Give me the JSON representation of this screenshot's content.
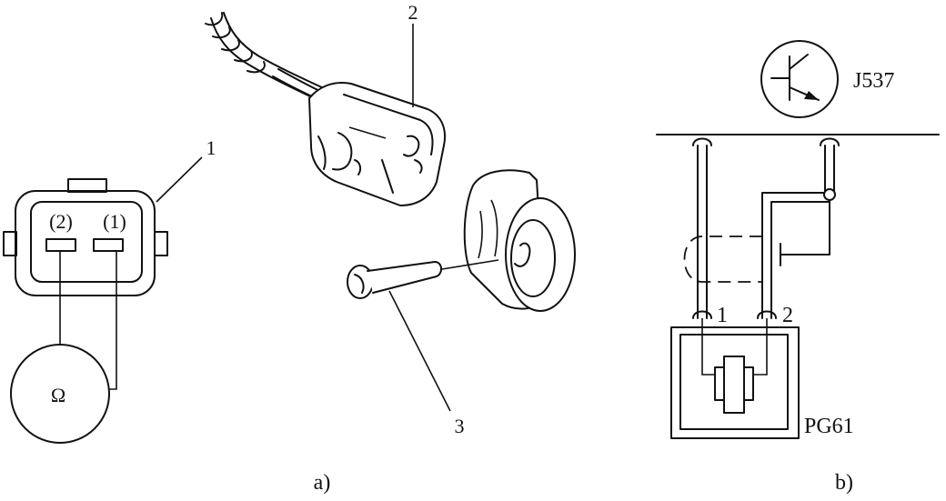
{
  "left_figure": {
    "connector_pin_left": "(2)",
    "connector_pin_right": "(1)",
    "meter_symbol": "Ω",
    "callout_1": "1",
    "callout_2": "2",
    "callout_3": "3",
    "caption": "a)"
  },
  "right_figure": {
    "control_unit_label": "J537",
    "sensor_label": "PG61",
    "pin_1": "1",
    "pin_2": "2",
    "caption": "b)"
  }
}
